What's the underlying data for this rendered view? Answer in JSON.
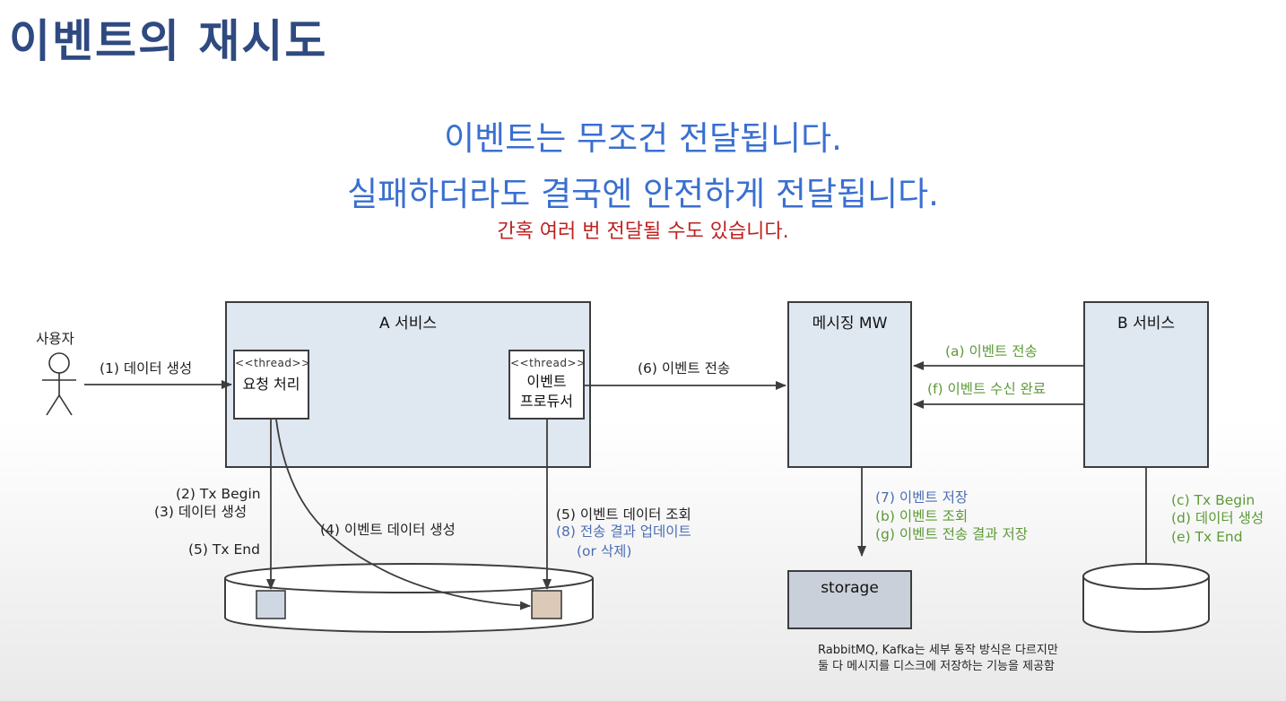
{
  "title": "이벤트의 재시도",
  "headline": {
    "line1": "이벤트는 무조건 전달됩니다.",
    "line2": "실패하더라도 결국엔 안전하게 전달됩니다.",
    "line3": "간혹 여러 번 전달될 수도 있습니다."
  },
  "actor": {
    "label": "사용자"
  },
  "service_a": {
    "title": "A 서비스",
    "thread_stereotype": "<<thread>>",
    "request_thread": "요청 처리",
    "producer_thread_line1": "이벤트",
    "producer_thread_line2": "프로듀서"
  },
  "messaging": {
    "title": "메시징 MW",
    "storage": "storage"
  },
  "service_b": {
    "title": "B 서비스"
  },
  "flow_labels": {
    "create_data": "(1) 데이터 생성",
    "send_event": "(6) 이벤트 전송",
    "b_send": "(a) 이벤트 전송",
    "b_done": "(f) 이벤트 수신 완료",
    "tx_begin": "(2) Tx Begin",
    "data_create": "(3) 데이터 생성",
    "tx_end": "(5) Tx End",
    "event_data_create": "(4) 이벤트 데이터 생성",
    "event_data_query": "(5) 이벤트 데이터 조회",
    "send_result_update": "(8) 전송 결과 업데이트",
    "or_delete": "(or 삭제)",
    "mw_store": "(7) 이벤트 저장",
    "mw_query": "(b) 이벤트 조회",
    "mw_result_store": "(g) 이벤트 전송 결과 저장",
    "b_tx_begin": "(c) Tx Begin",
    "b_data_create": "(d) 데이터 생성",
    "b_tx_end": "(e) Tx End"
  },
  "footnote": {
    "line1": "RabbitMQ, Kafka는 세부 동작 방식은 다르지만",
    "line2": "둘 다 메시지를 디스크에 저장하는 기능을 제공함"
  },
  "colors": {
    "title": "#2f4a80",
    "headline_blue": "#3a6fd0",
    "headline_red": "#c02020",
    "label_blue": "#4a6db3",
    "label_green": "#5c9a36",
    "box_fill": "#dfe7f1",
    "storage_fill": "#c9d0da",
    "record_a_fill": "#cfd7e3",
    "record_b_fill": "#dcc9b8"
  }
}
